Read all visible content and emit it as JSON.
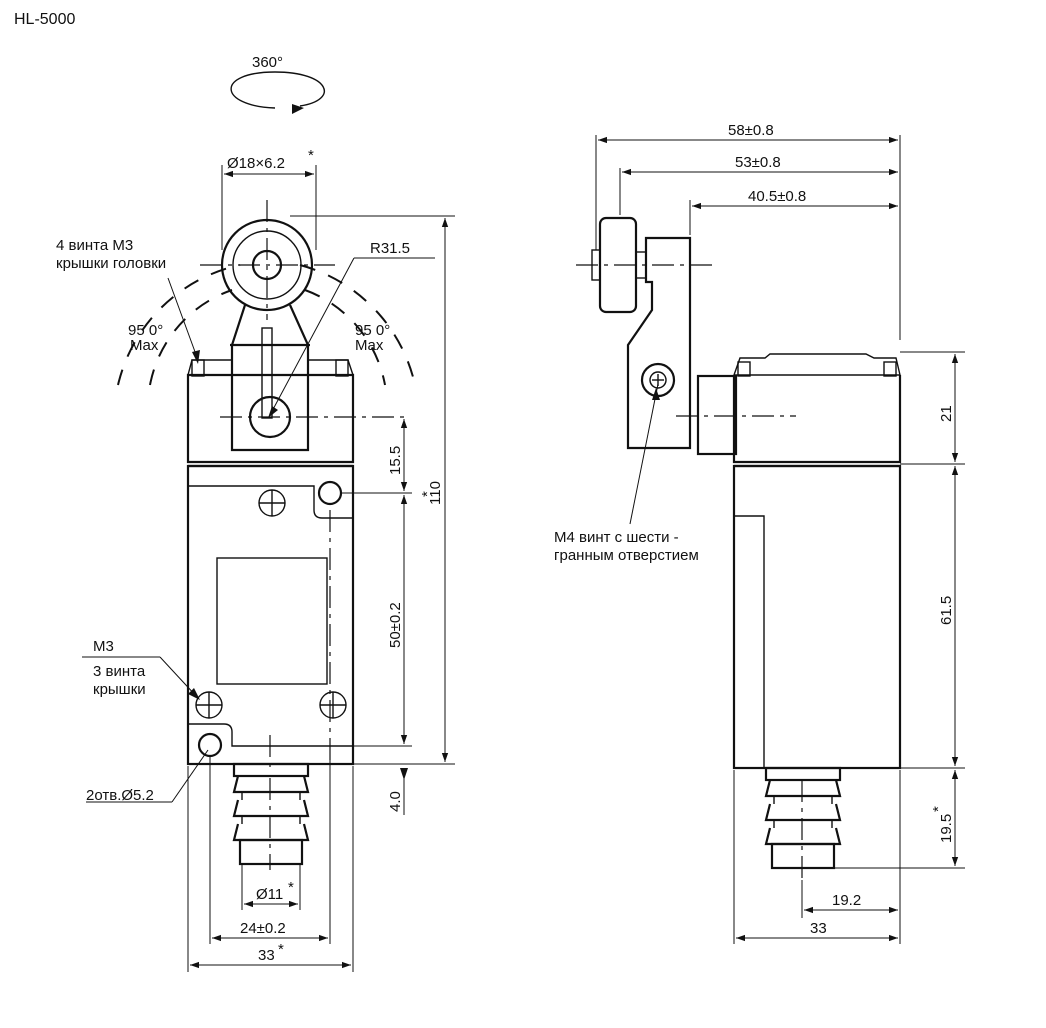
{
  "model": "HL-5000",
  "front": {
    "rotation": "360°",
    "roller_dia": "Ø18×6.2",
    "roller_star": "*",
    "head_screws_line1": "4 винта M3",
    "head_screws_line2": "крышки головки",
    "radius": "R31.5",
    "angle_left": "95 0°",
    "angle_left_max": "Max",
    "angle_right": "95 0°",
    "angle_right_max": "Max",
    "dim_15_5": "15.5",
    "dim_110": "110",
    "dim_110_star": "*",
    "dim_50": "50±0.2",
    "dim_4": "4.0",
    "cover_screws_line1": "M3",
    "cover_screws_line2": "3 винта",
    "cover_screws_line3": "крышки",
    "holes": "2отв.Ø5.2",
    "dim_11": "Ø11",
    "dim_11_star": "*",
    "dim_24": "24±0.2",
    "dim_33": "33",
    "dim_33_star": "*"
  },
  "side": {
    "dim_58": "58±0.8",
    "dim_53": "53±0.8",
    "dim_40_5": "40.5±0.8",
    "dim_21": "21",
    "screw_line1": "M4 винт с шести -",
    "screw_line2": "гранным отверстием",
    "dim_61_5": "61.5",
    "dim_19_5": "19.5",
    "dim_19_5_star": "*",
    "dim_19_2": "19.2",
    "dim_33": "33"
  }
}
